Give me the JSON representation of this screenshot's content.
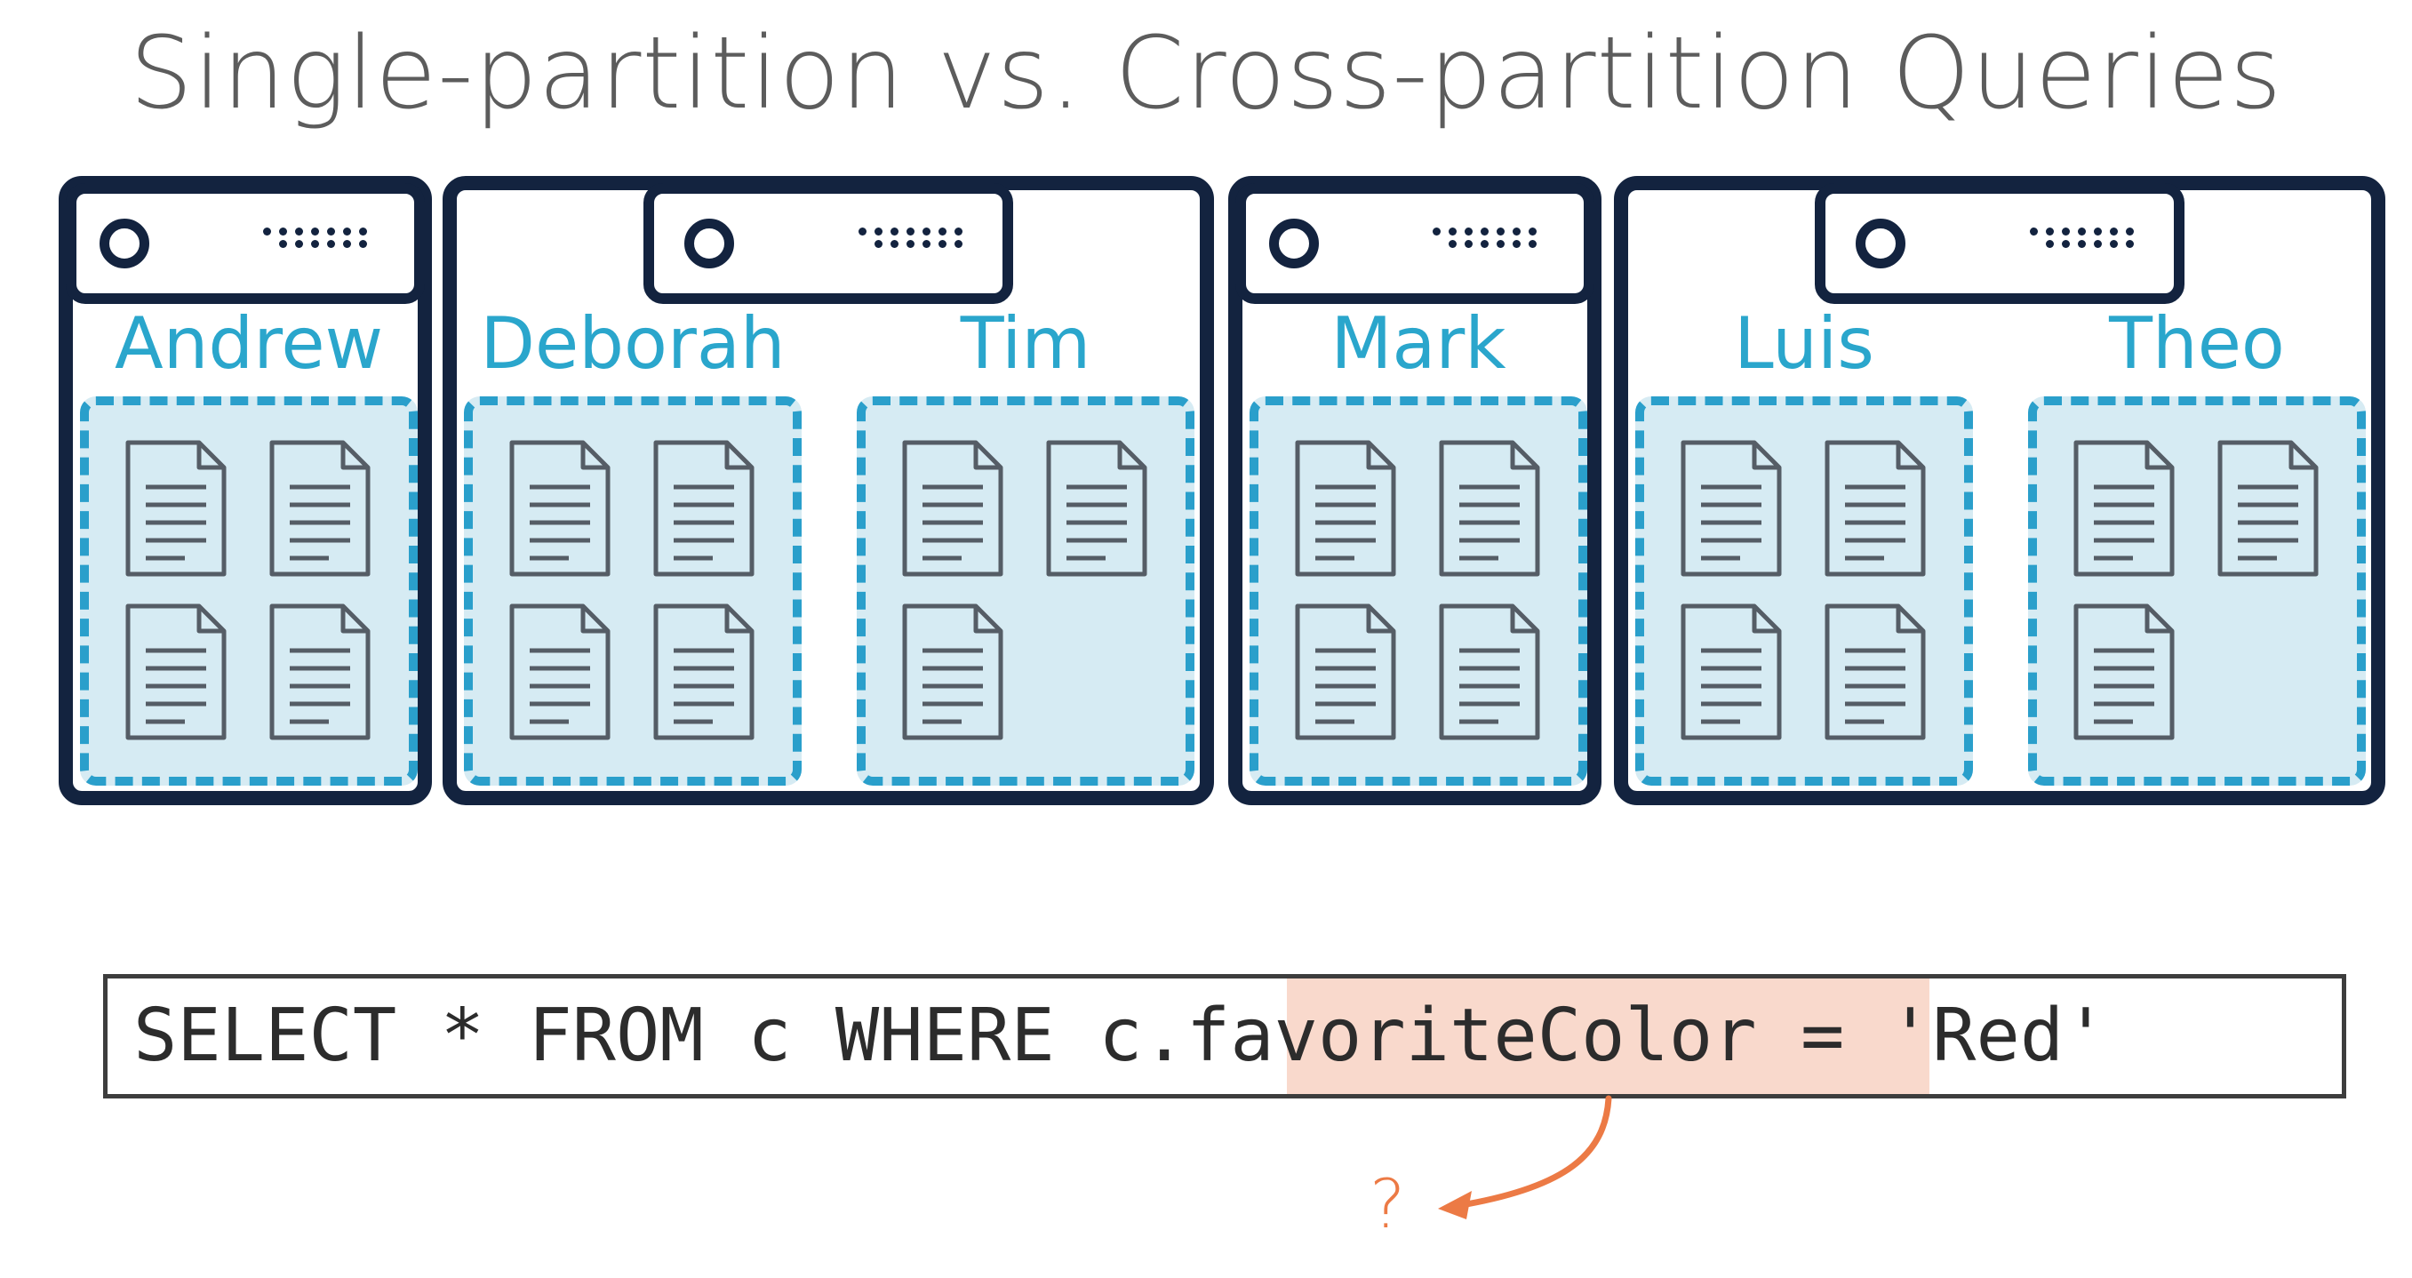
{
  "title": "Single-partition vs. Cross-partition Queries",
  "servers": [
    {
      "partitions": [
        {
          "name": "Andrew",
          "documents": 4
        }
      ]
    },
    {
      "partitions": [
        {
          "name": "Deborah",
          "documents": 4
        },
        {
          "name": "Tim",
          "documents": 3
        }
      ]
    },
    {
      "partitions": [
        {
          "name": "Mark",
          "documents": 4
        }
      ]
    },
    {
      "partitions": [
        {
          "name": "Luis",
          "documents": 4
        },
        {
          "name": "Theo",
          "documents": 3
        }
      ]
    }
  ],
  "query": {
    "before": "SELECT * FROM c WHERE c.",
    "highlight": "favoriteColor",
    "after": " = 'Red'"
  },
  "annotation": "?",
  "icons": [
    "server-icon",
    "document-icon",
    "curved-arrow-icon"
  ],
  "colors": {
    "server_border": "#13233f",
    "partition_border": "#2a9fcb",
    "partition_fill": "#d6ebf3",
    "name_text": "#2aa6cc",
    "title_text": "#5c5c5c",
    "highlight": "#f9d9cc",
    "arrow": "#ec7a45"
  }
}
